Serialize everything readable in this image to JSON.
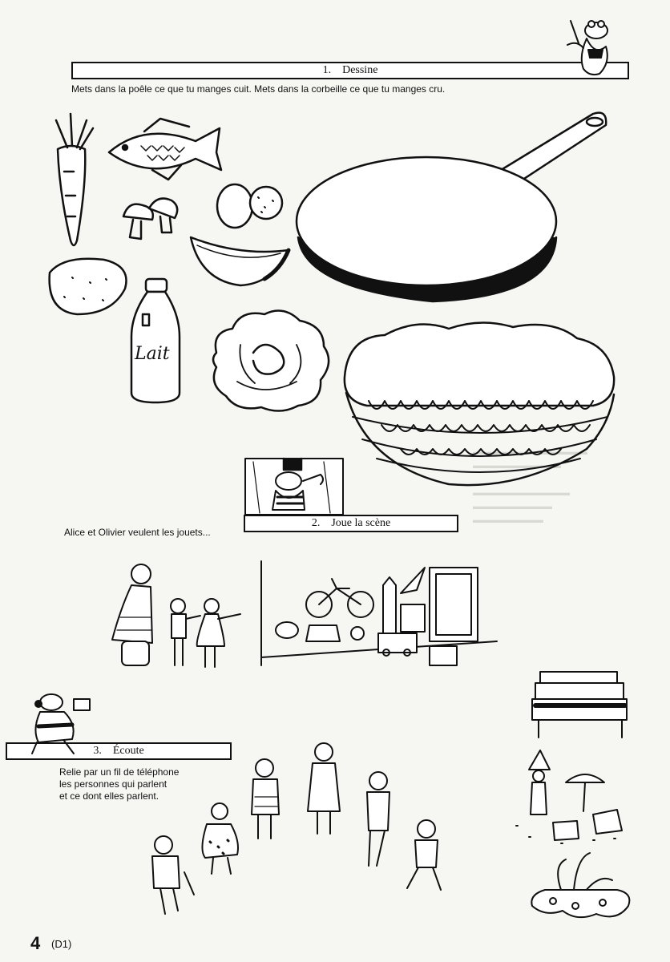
{
  "sections": {
    "dessine": {
      "title": "1.    Dessine",
      "instruction": "Mets dans la poêle ce que tu manges cuit. Mets dans la corbeille ce que tu manges cru.",
      "bottle_label": "Lait"
    },
    "joue": {
      "title": "2.    Joue la scène",
      "caption": "Alice et Olivier veulent les jouets..."
    },
    "ecoute": {
      "title": "3.    Écoute",
      "instruction_lines": [
        "Relie par un fil de téléphone",
        "les personnes qui parlent",
        "et ce dont elles parlent."
      ]
    }
  },
  "footer": {
    "page_number": "4",
    "page_code": "(D1)"
  },
  "icons": [
    "frog-painter-icon",
    "frog-actor-icon",
    "frog-listener-icon"
  ],
  "colors": {
    "ink": "#111111",
    "paper": "#f6f6f3"
  }
}
